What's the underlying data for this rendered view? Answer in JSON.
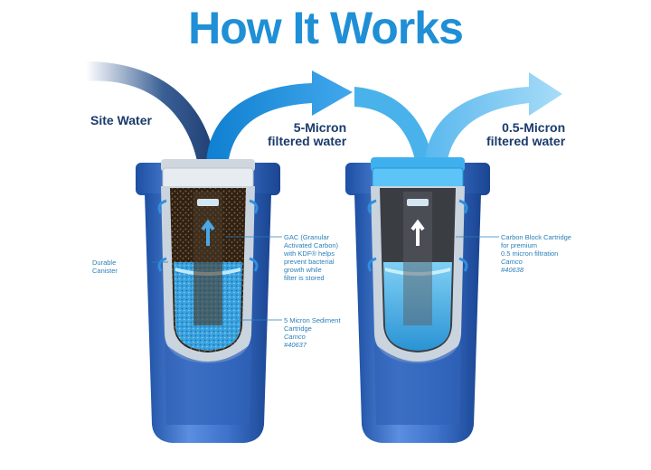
{
  "title": "How It Works",
  "flow": {
    "site_water": "Site Water",
    "stage1_out_line1": "5-Micron",
    "stage1_out_line2": "filtered water",
    "stage2_out_line1": "0.5-Micron",
    "stage2_out_line2": "filtered water"
  },
  "callouts": {
    "canister_line1": "Durable",
    "canister_line2": "Canister",
    "gac": [
      "GAC (Granular",
      "Activated Carbon)",
      "with KDF® helps",
      "prevent bacterial",
      "growth while",
      "filter is stored"
    ],
    "sediment": [
      "5 Micron Sediment",
      "Cartridge"
    ],
    "sediment_brand": "Camco",
    "sediment_part": "#40637",
    "carbon_block": [
      "Carbon Block Cartridge",
      "for premium",
      "0.5 micron filtration"
    ],
    "carbon_brand": "Camco",
    "carbon_part": "#40638"
  },
  "colors": {
    "title": "#1f8fd6",
    "canister": "#3f72c8",
    "water": "#3fa9e0",
    "carbon": "#3b2b1c",
    "label_dark": "#1a3a6b",
    "callout": "#2a7fb8"
  }
}
